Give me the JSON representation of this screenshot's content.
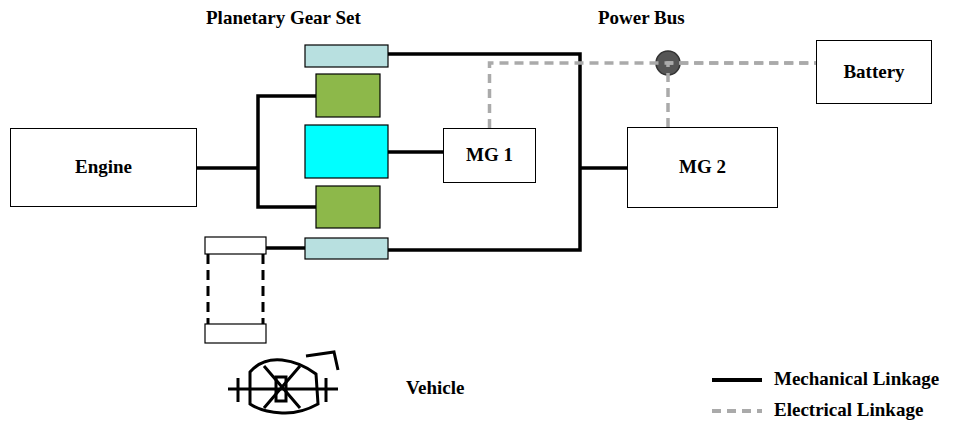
{
  "diagram": {
    "nodes": [
      {
        "text": [
          "Engine"
        ]
      },
      {
        "text": [
          "MG 1"
        ]
      },
      {
        "text": [
          "MG 2"
        ]
      },
      {
        "text": [
          "Battery"
        ]
      }
    ],
    "edges": [
      {
        "from": 1,
        "to": 3,
        "arrow": "none"
      },
      {
        "from": 2,
        "to": 3,
        "arrow": "none"
      }
    ],
    "labels": [
      "Planetary Gear Set",
      "Power Bus",
      "Vehicle"
    ],
    "legend": [
      {
        "text": "Mechanical Linkage"
      },
      {
        "text": "Electrical Linkage"
      }
    ]
  }
}
